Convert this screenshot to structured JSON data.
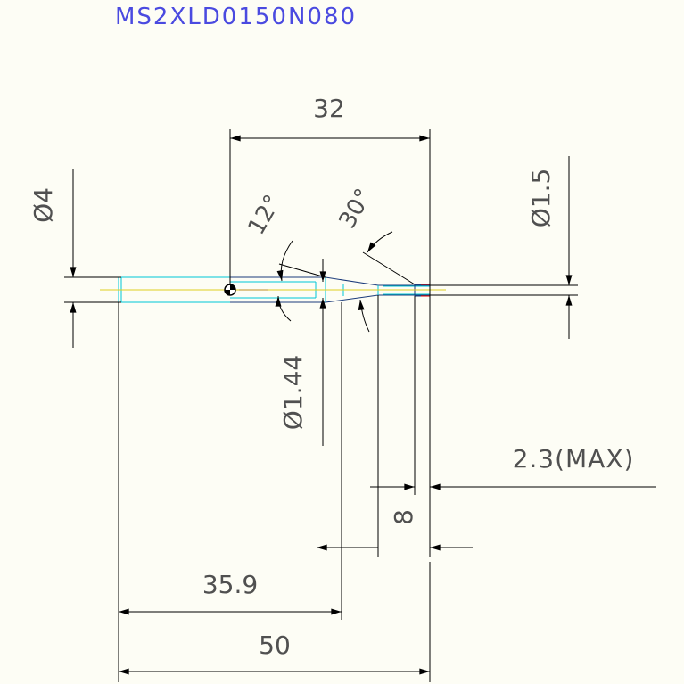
{
  "drawing": {
    "part_number": "MS2XLD0150N080",
    "dimensions": {
      "overall_length": "50",
      "shank_length": "35.9",
      "flute_length": "8",
      "neck_length": "32",
      "max_length": "2.3(MAX)",
      "shank_diameter": "Ø4",
      "neck_diameter": "Ø1.44",
      "cutting_diameter": "Ø1.5",
      "taper_angle_1": "12°",
      "taper_angle_2": "30°"
    },
    "colors": {
      "title": "#4a4ae0",
      "dimension": "#000000",
      "text": "#505050",
      "tool_outline": "#00c8d8",
      "centerline": "#e0d020",
      "red": "#e00000",
      "background": "#fdfdf5"
    }
  }
}
